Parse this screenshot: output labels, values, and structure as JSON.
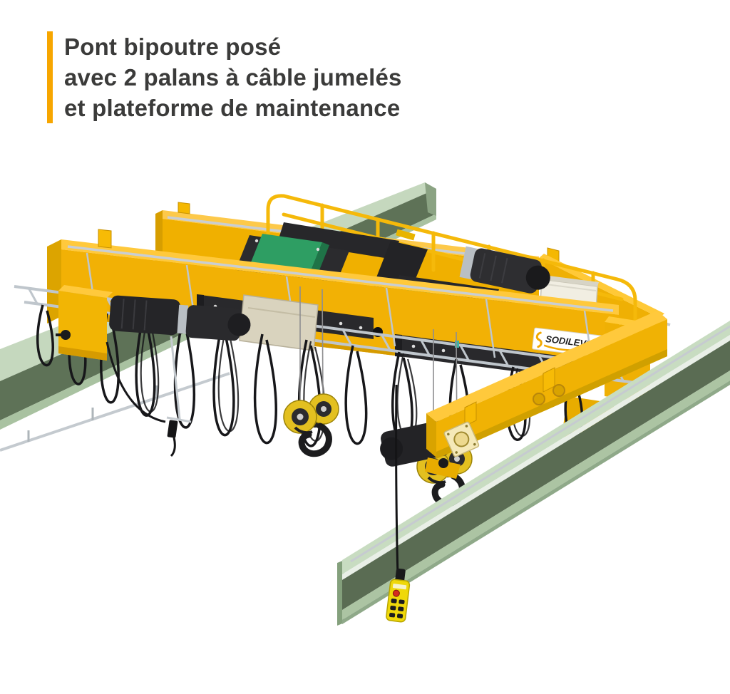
{
  "title": {
    "lines": [
      "Pont bipoutre posé",
      "avec 2 palans à câble jumelés",
      "et plateforme de maintenance"
    ],
    "accent_bar_color": "#F7A600",
    "text_color": "#3B3B3A"
  },
  "illustration": {
    "description": "3D rendering of a double-girder top-running overhead crane with two twinned wire-rope hoists, maintenance platform with yellow guard railing, festoon cable system, two hook blocks and a hanging yellow pendant controller, on two green runway beams",
    "brand_label": "SODILEVE",
    "colors": {
      "crane_yellow": "#F2B105",
      "crane_yellow_top": "#FFC937",
      "crane_yellow_shadow": "#D79E00",
      "runway_green_top": "#C7DBC0",
      "runway_green_web": "#5A6C53",
      "runway_green_flange": "#ACC4A3",
      "hoist_dark": "#28282B",
      "hoist_drum_green": "#2E9E63",
      "festoon_rail_silver": "#C6CBD0",
      "cable_black": "#17171A",
      "hook_yellow": "#E3C020",
      "pendant_yellow": "#EFD80A",
      "pendant_stop_red": "#D42B1E",
      "cabinet_white": "#F1EEE2",
      "logo_accent": "#F2A900"
    }
  }
}
